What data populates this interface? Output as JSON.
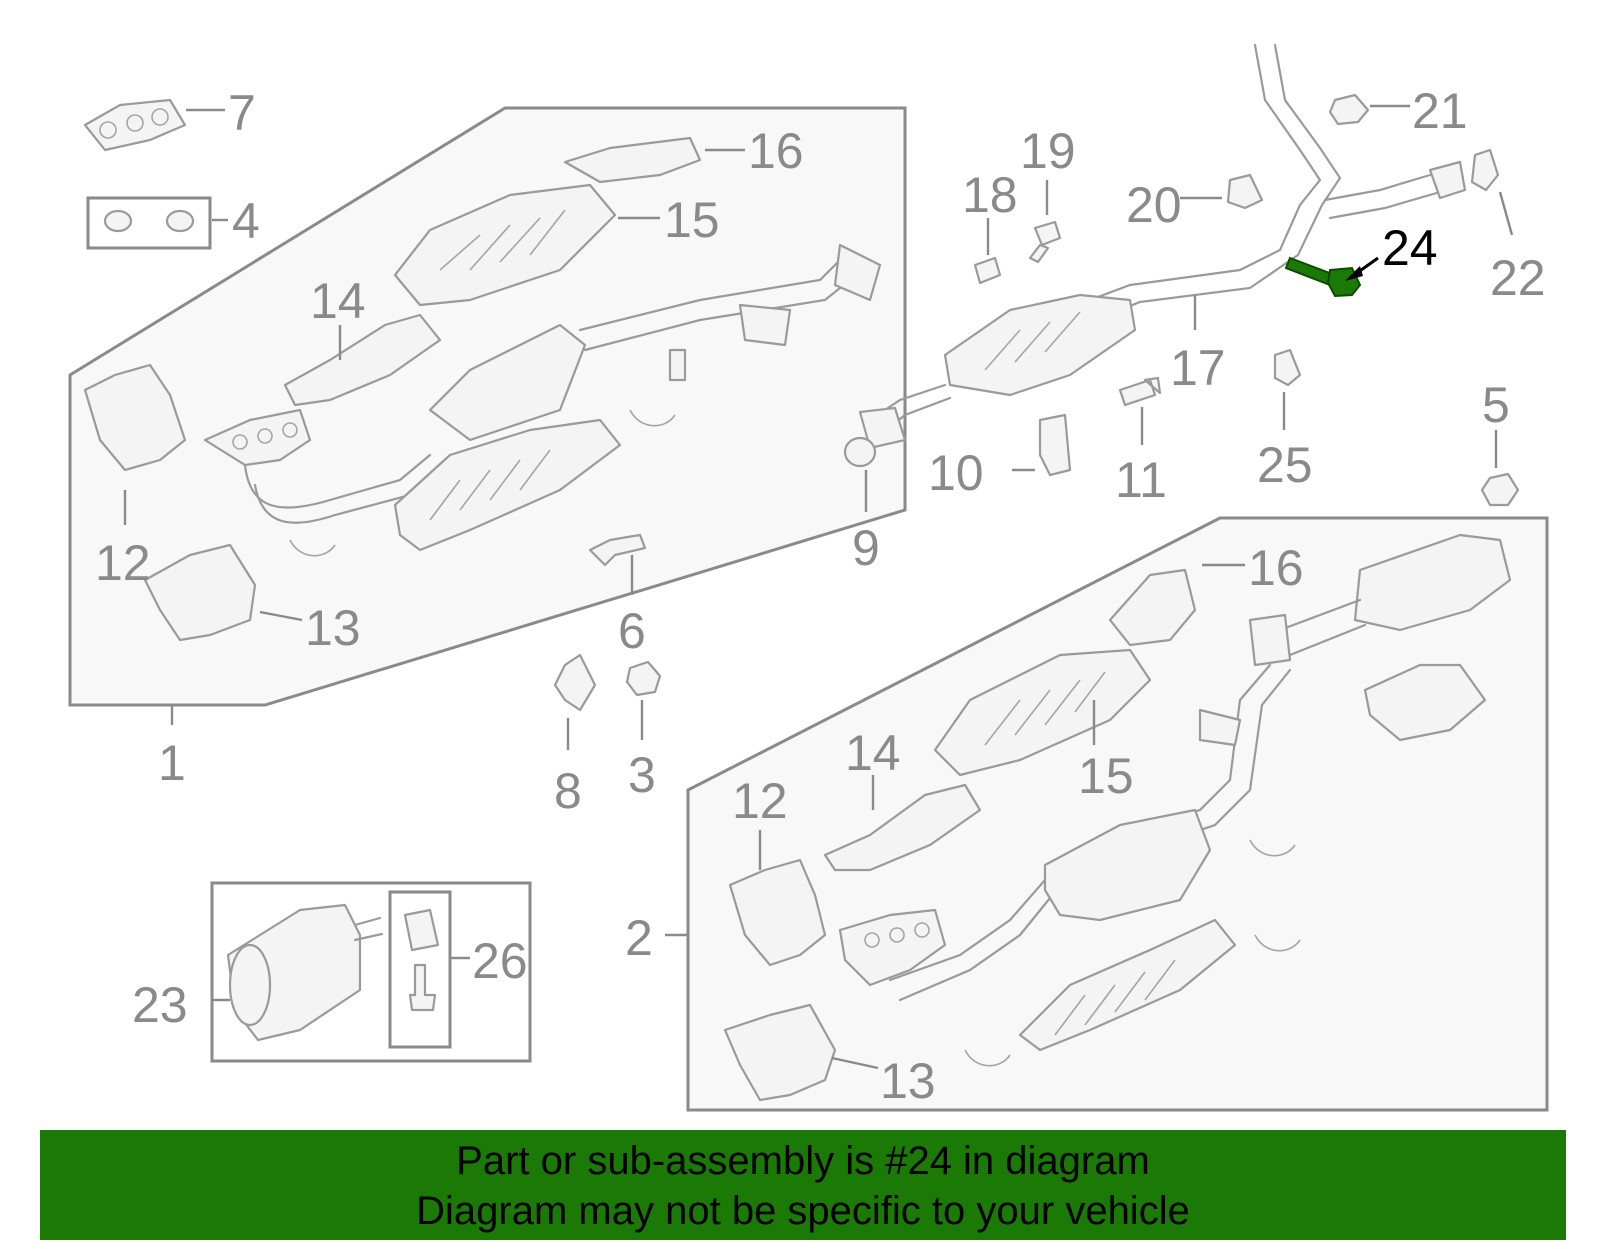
{
  "callouts": {
    "c1": "1",
    "c2": "2",
    "c3": "3",
    "c4": "4",
    "c5": "5",
    "c6": "6",
    "c7": "7",
    "c8": "8",
    "c9": "9",
    "c10": "10",
    "c11": "11",
    "c12a": "12",
    "c12b": "12",
    "c13a": "13",
    "c13b": "13",
    "c14a": "14",
    "c14b": "14",
    "c15a": "15",
    "c15b": "15",
    "c16a": "16",
    "c16b": "16",
    "c17": "17",
    "c18": "18",
    "c19": "19",
    "c20": "20",
    "c21": "21",
    "c22": "22",
    "c23": "23",
    "c24": "24",
    "c25": "25",
    "c26": "26"
  },
  "highlight": {
    "part_number": "24",
    "color": "#1b7a06"
  },
  "banner": {
    "line1": "Part or sub-assembly is #24 in diagram",
    "line2": "Diagram may not be specific to your vehicle",
    "background": "#1b7a06"
  }
}
